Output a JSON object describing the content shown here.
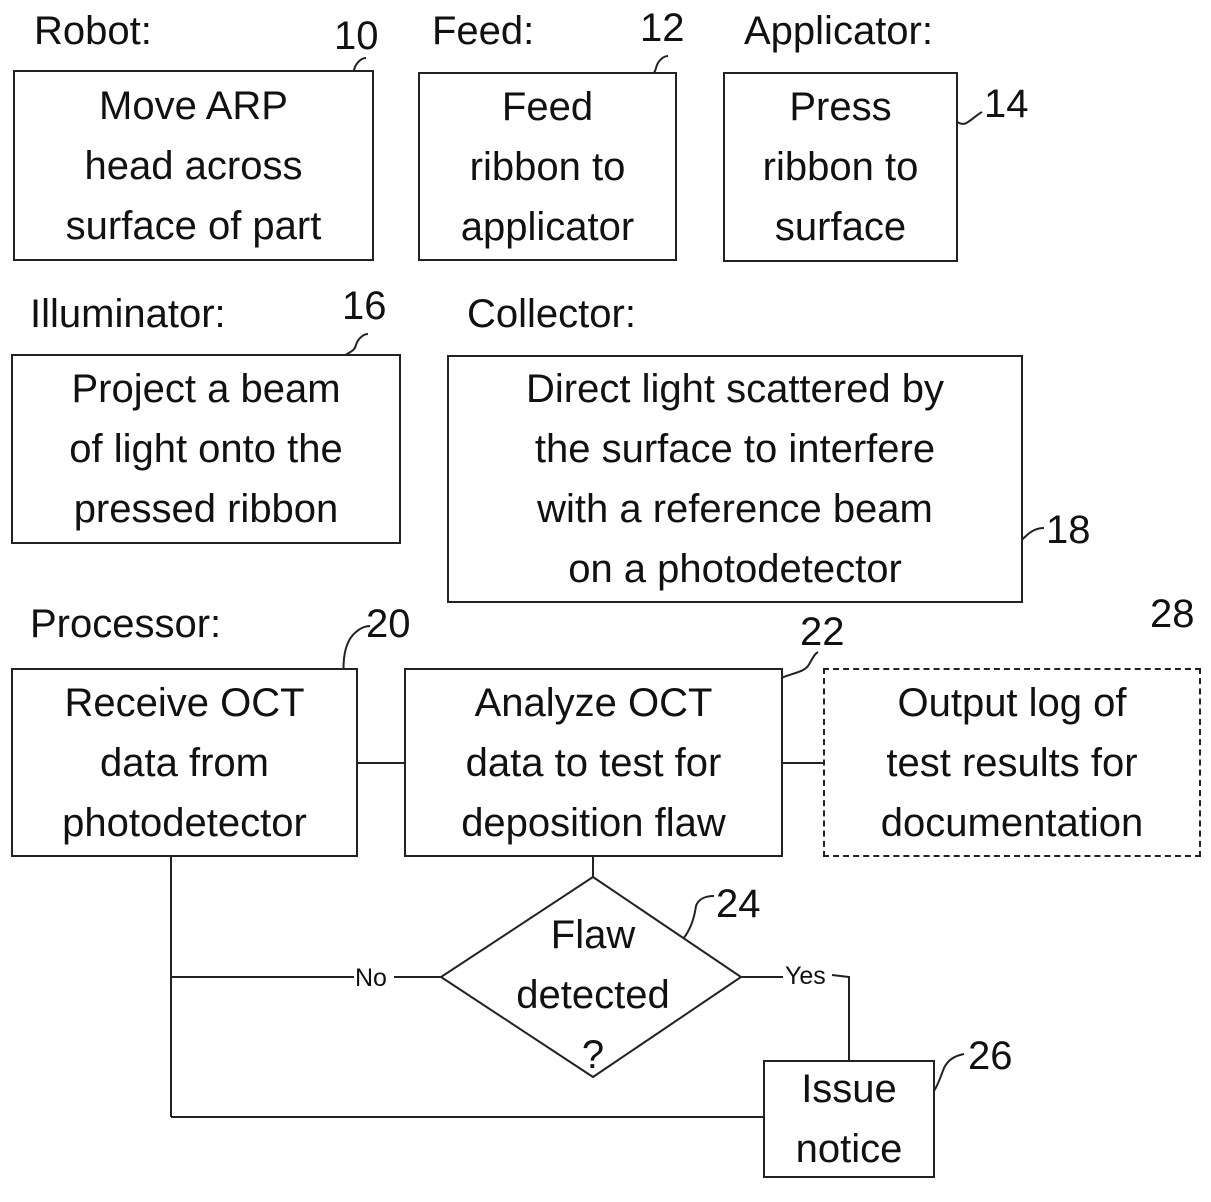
{
  "labels": {
    "robot": "Robot:",
    "feed": "Feed:",
    "applicator": "Applicator:",
    "illuminator": "Illuminator:",
    "collector": "Collector:",
    "processor": "Processor:"
  },
  "steps": {
    "move_head": {
      "number": "10",
      "lines": [
        "Move ARP",
        "head across",
        "surface of part"
      ]
    },
    "feed_ribbon": {
      "number": "12",
      "lines": [
        "Feed",
        "ribbon to",
        "applicator"
      ]
    },
    "press_ribbon": {
      "number": "14",
      "lines": [
        "Press",
        "ribbon to",
        "surface"
      ]
    },
    "project_beam": {
      "number": "16",
      "lines": [
        "Project a beam",
        "of light onto the",
        "pressed ribbon"
      ]
    },
    "direct_light": {
      "number": "18",
      "lines": [
        "Direct light scattered by",
        "the surface to interfere",
        "with a reference beam",
        "on a photodetector"
      ]
    },
    "receive_oct": {
      "number": "20",
      "lines": [
        "Receive OCT",
        "data from",
        "photodetector"
      ]
    },
    "analyze_oct": {
      "number": "22",
      "lines": [
        "Analyze OCT",
        "data to test for",
        "deposition flaw"
      ]
    },
    "flaw_decision": {
      "number": "24",
      "lines": [
        "Flaw",
        "detected",
        "?"
      ]
    },
    "issue_notice": {
      "number": "26",
      "lines": [
        "Issue",
        "notice"
      ]
    },
    "output_log": {
      "number": "28",
      "lines": [
        "Output log of",
        "test results for",
        "documentation"
      ]
    }
  },
  "branches": {
    "no": "No",
    "yes": "Yes"
  }
}
